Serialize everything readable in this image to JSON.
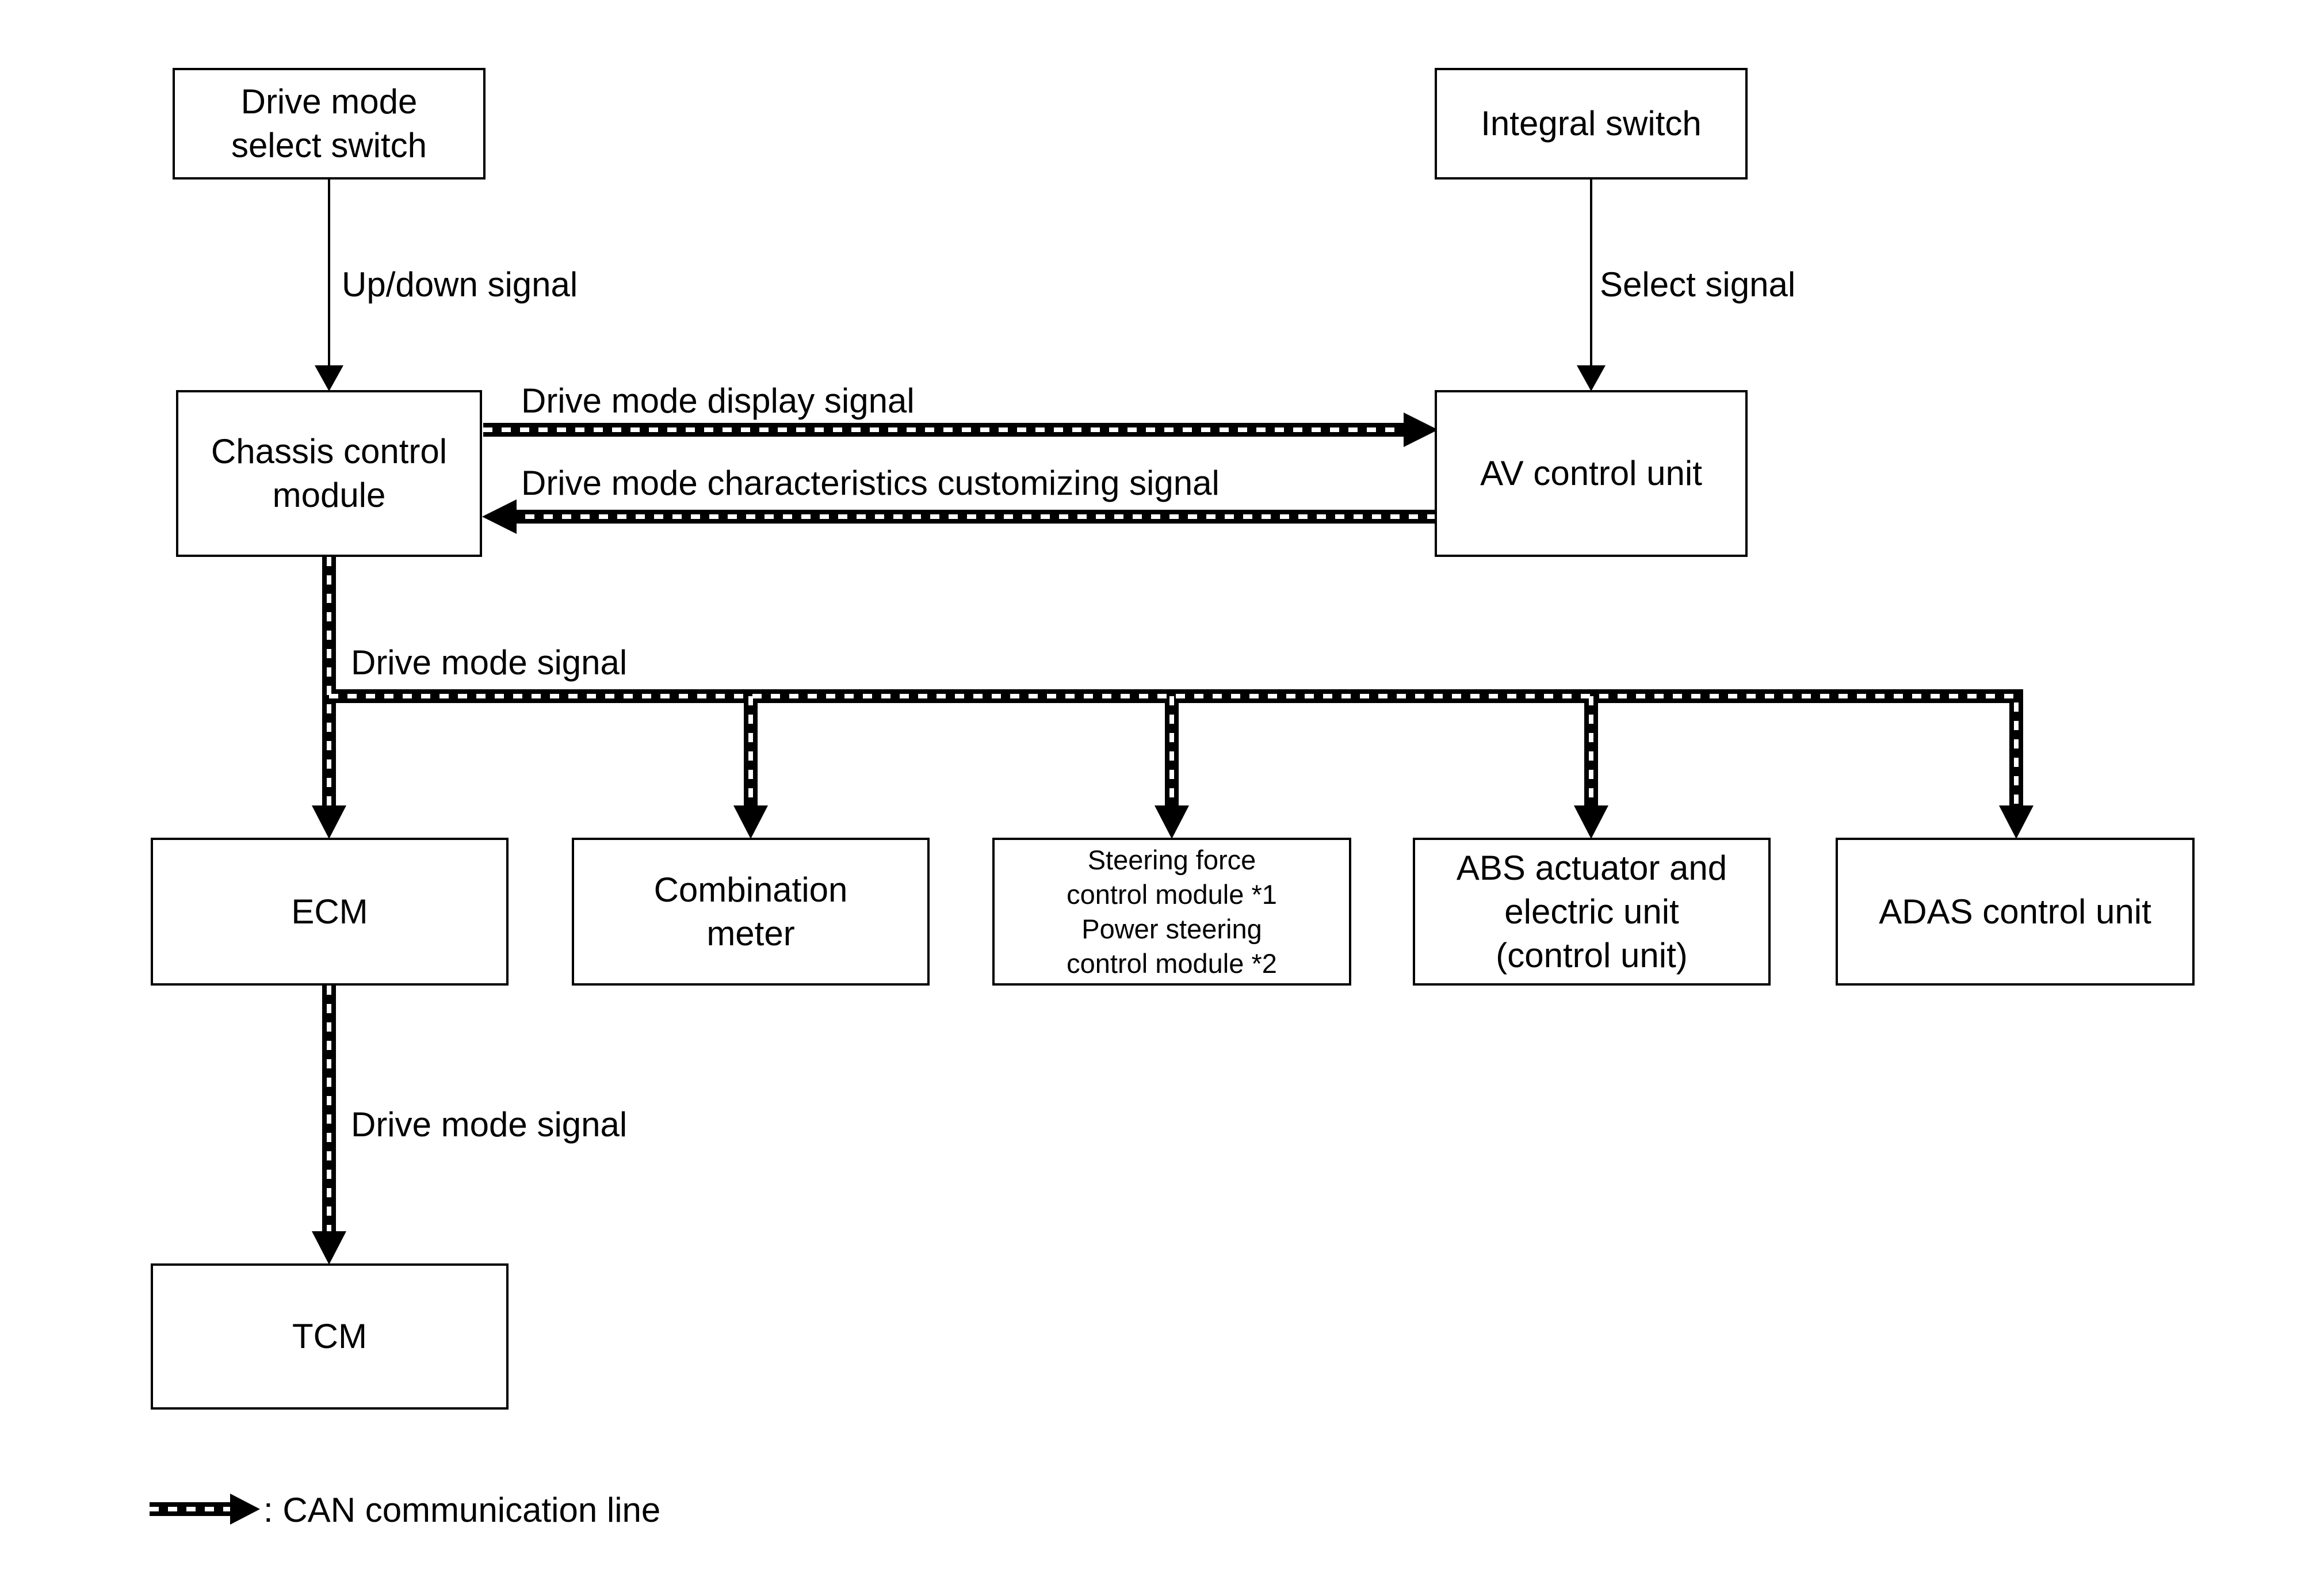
{
  "boxes": {
    "drive_mode_select_switch": [
      "Drive mode",
      "select switch"
    ],
    "integral_switch": [
      "Integral switch"
    ],
    "chassis_control_module": [
      "Chassis control",
      "module"
    ],
    "av_control_unit": [
      "AV control unit"
    ],
    "ecm": [
      "ECM"
    ],
    "combination_meter": [
      "Combination",
      "meter"
    ],
    "steering_module": [
      "Steering force",
      "control module *1",
      "Power steering",
      "control module *2"
    ],
    "abs_actuator": [
      "ABS actuator and",
      "electric unit",
      "(control unit)"
    ],
    "adas_control_unit": [
      "ADAS control unit"
    ],
    "tcm": [
      "TCM"
    ]
  },
  "signals": {
    "up_down": "Up/down signal",
    "select": "Select signal",
    "display": "Drive mode display signal",
    "customizing": "Drive mode characteristics customizing signal",
    "drive_mode_bus": "Drive mode signal",
    "drive_mode_tcm": "Drive mode signal"
  },
  "legend": {
    "label": ": CAN communication line"
  },
  "colors": {
    "line": "#000000",
    "can_dash": "#ffffff"
  }
}
